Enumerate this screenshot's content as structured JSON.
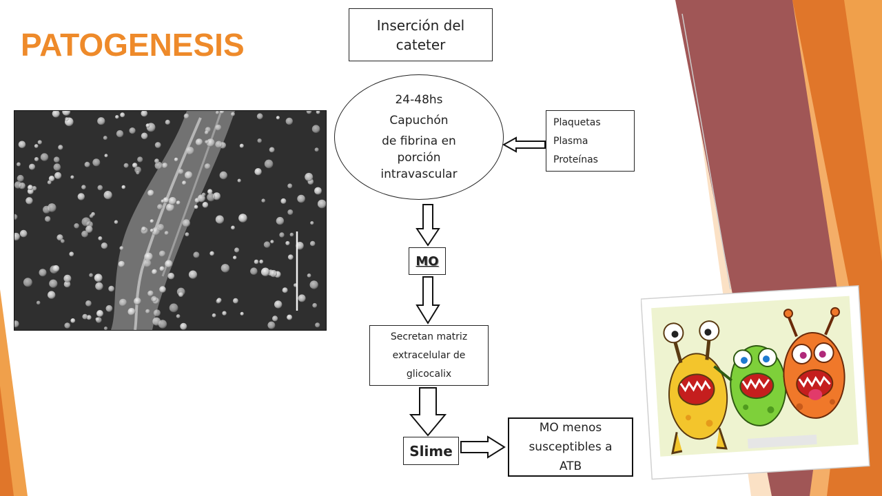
{
  "title": "PATOGENESIS",
  "flow": {
    "insertion": "Inserción del cateter",
    "ellipse": {
      "line1": "24-48hs",
      "line2": "Capuchón",
      "line3": "de fibrina en porción intravascular"
    },
    "components": [
      "Plaquetas",
      "Plasma",
      "Proteínas"
    ],
    "mo": "MO",
    "secretion": "Secretan matriz extracelular de glicocalix",
    "slime": "Slime",
    "result": "MO menos susceptibles a ATB"
  },
  "colors": {
    "title": "#ee8a2a",
    "orange": "#f0a04b",
    "dark_orange": "#e0762a",
    "maroon": "#a05656",
    "peach": "#f6c89a"
  },
  "icons": [
    "hollow-arrow-down-icon",
    "hollow-arrow-left-icon",
    "hollow-arrow-right-icon"
  ]
}
